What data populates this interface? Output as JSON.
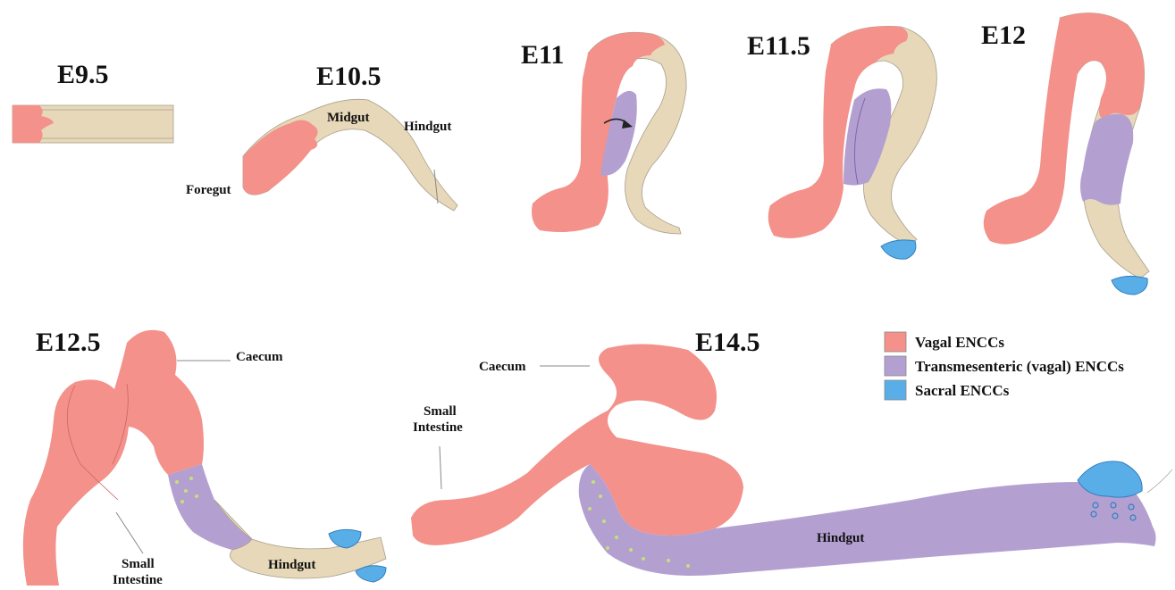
{
  "stages": {
    "e9_5": "E9.5",
    "e10_5": "E10.5",
    "e11": "E11",
    "e11_5": "E11.5",
    "e12": "E12",
    "e12_5": "E12.5",
    "e14_5": "E14.5"
  },
  "labels": {
    "foregut": "Foregut",
    "midgut": "Midgut",
    "hindgut": "Hindgut",
    "caecum": "Caecum",
    "small_intestine_line1": "Small",
    "small_intestine_line2": "Intestine"
  },
  "legend": {
    "items": [
      {
        "label": "Vagal ENCCs",
        "color": "#f3918a"
      },
      {
        "label": "Transmesenteric (vagal) ENCCs",
        "color": "#b3a0d1"
      },
      {
        "label": "Sacral ENCCs",
        "color": "#5aaee8"
      }
    ]
  },
  "colors": {
    "vagal": "#f3918a",
    "transmesenteric": "#b3a0d1",
    "sacral": "#5aaee8",
    "gut": "#e6d8b8"
  }
}
